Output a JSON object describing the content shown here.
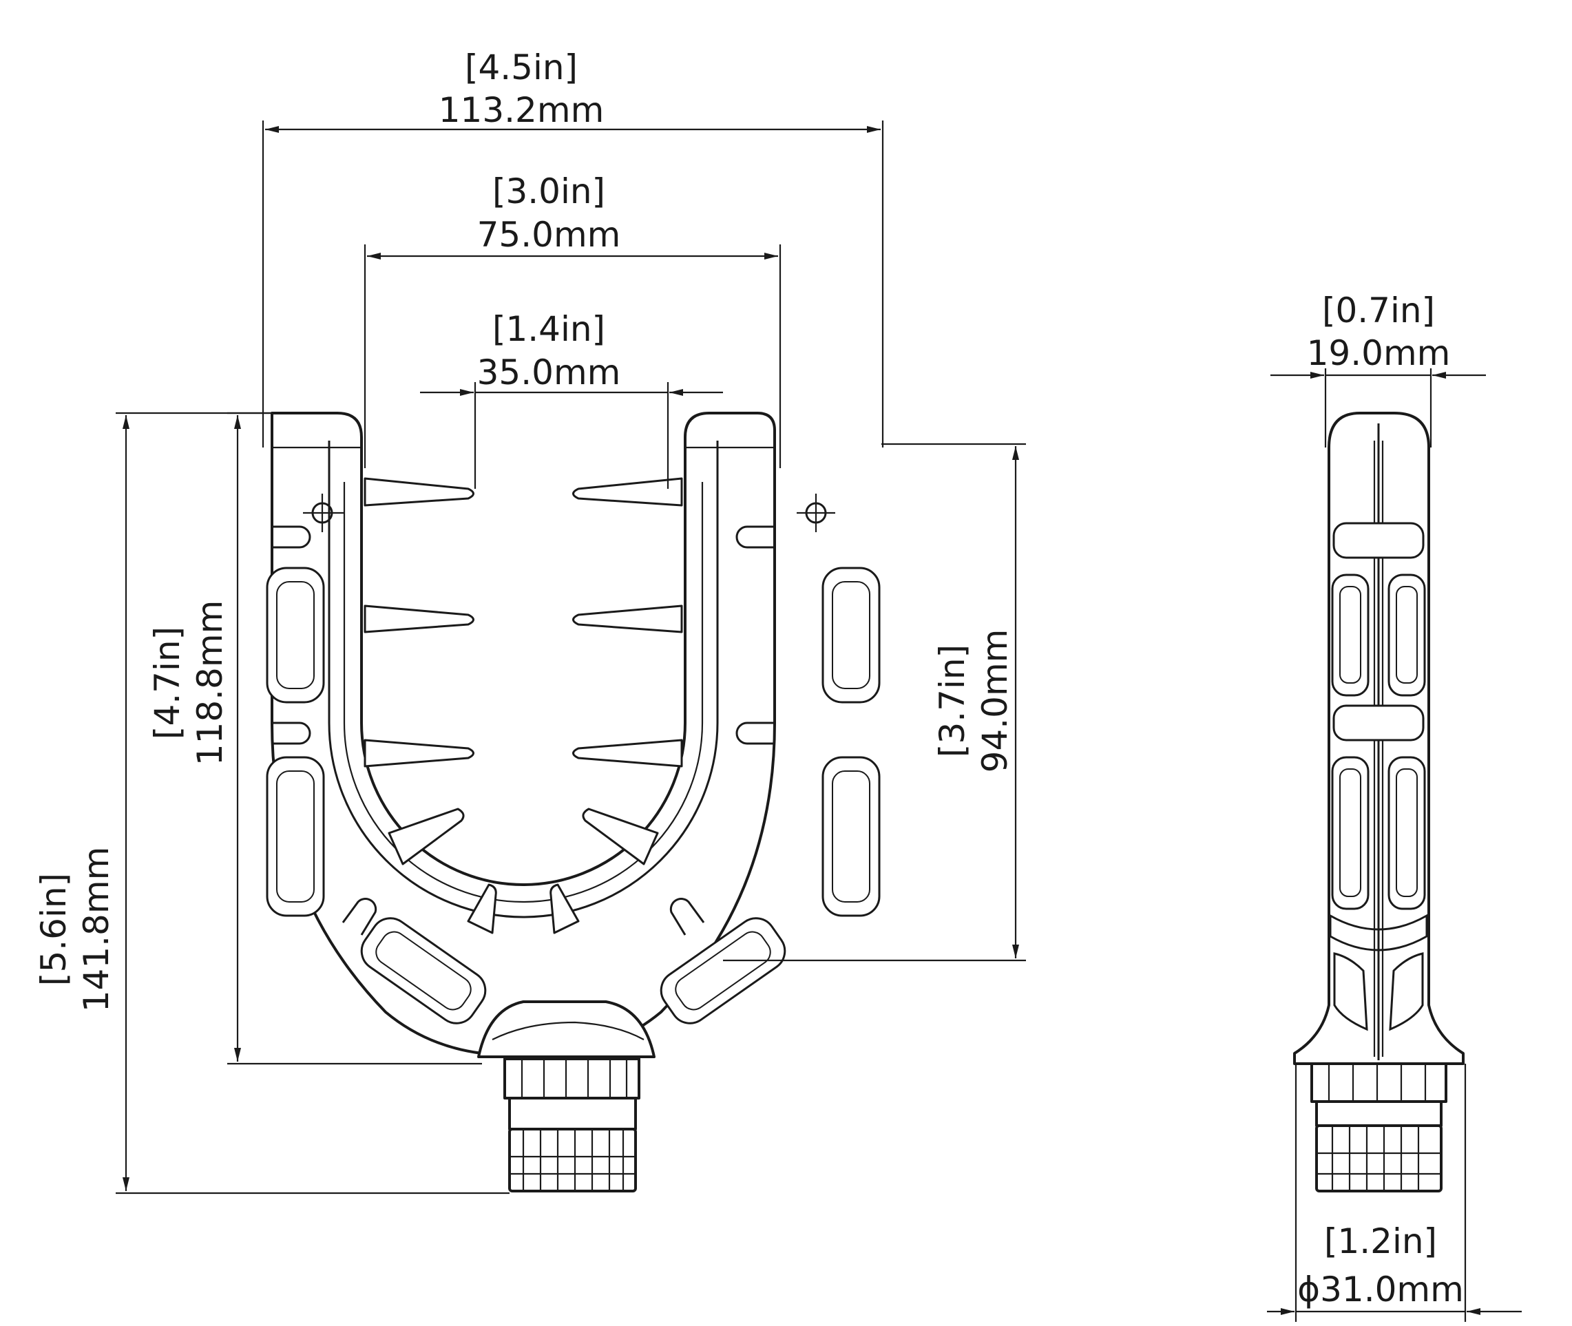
{
  "dimensions": {
    "overall_width": {
      "imperial": "[4.5in]",
      "metric": "113.2mm"
    },
    "inner_width": {
      "imperial": "[3.0in]",
      "metric": "75.0mm"
    },
    "prong_gap": {
      "imperial": "[1.4in]",
      "metric": "35.0mm"
    },
    "side_depth": {
      "imperial": "[0.7in]",
      "metric": "19.0mm"
    },
    "inner_height": {
      "imperial": "[3.7in]",
      "metric": "94.0mm"
    },
    "cradle_height": {
      "imperial": "[4.7in]",
      "metric": "118.8mm"
    },
    "overall_height": {
      "imperial": "[5.6in]",
      "metric": "141.8mm"
    },
    "base_diameter": {
      "imperial": "[1.2in]",
      "metric": "ϕ31.0mm"
    }
  },
  "views": [
    "front-view",
    "side-view"
  ],
  "line_color": "#1a1a1a"
}
